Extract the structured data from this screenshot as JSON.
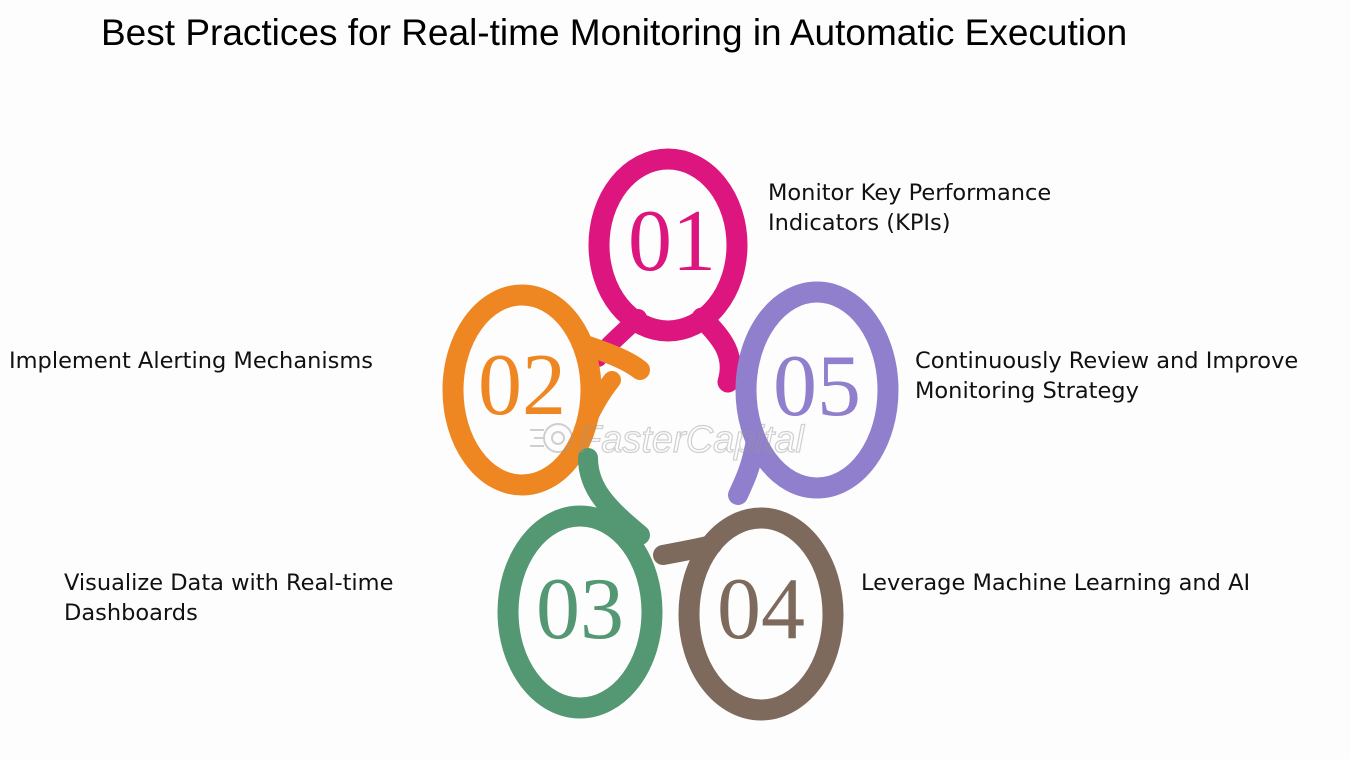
{
  "title": "Best Practices for Real-time Monitoring in Automatic Execution",
  "watermark": "FasterCapital",
  "steps": [
    {
      "number": "01",
      "lines": [
        "Monitor Key Performance",
        "Indicators (KPIs)"
      ],
      "color": "#dc157f"
    },
    {
      "number": "02",
      "lines": [
        "Implement Alerting Mechanisms"
      ],
      "color": "#ee8622"
    },
    {
      "number": "03",
      "lines": [
        "Visualize Data with Real-time",
        "Dashboards"
      ],
      "color": "#549773"
    },
    {
      "number": "04",
      "lines": [
        "Leverage Machine Learning and AI"
      ],
      "color": "#7e6a5d"
    },
    {
      "number": "05",
      "lines": [
        "Continuously Review and Improve",
        "Monitoring Strategy"
      ],
      "color": "#8f7fcc"
    }
  ]
}
